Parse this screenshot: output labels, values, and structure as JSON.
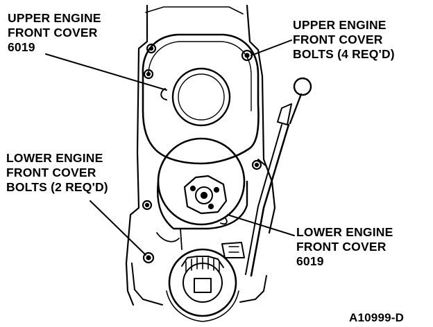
{
  "labels": {
    "upper_cover": [
      "UPPER ENGINE",
      "FRONT COVER",
      "6019"
    ],
    "upper_bolts": [
      "UPPER ENGINE",
      "FRONT COVER",
      "BOLTS (4 REQ'D)"
    ],
    "lower_bolts": [
      "LOWER ENGINE",
      "FRONT COVER",
      "BOLTS (2 REQ'D)"
    ],
    "lower_cover": [
      "LOWER ENGINE",
      "FRONT COVER",
      "6019"
    ]
  },
  "figure_id": "A10999-D",
  "colors": {
    "ink": "#000000",
    "paper": "#ffffff"
  }
}
